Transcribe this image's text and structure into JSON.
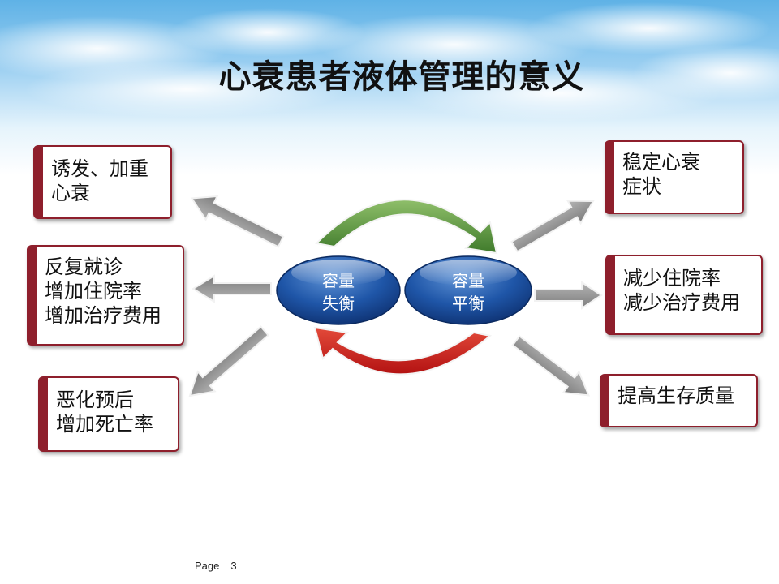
{
  "slide": {
    "title": "心衰患者液体管理的意义",
    "page_label": "Page",
    "page_number": "3"
  },
  "center": {
    "left_oval": {
      "line1": "容量",
      "line2": "失衡"
    },
    "right_oval": {
      "line1": "容量",
      "line2": "平衡"
    }
  },
  "left_boxes": [
    {
      "lines": [
        "诱发、加重",
        "心衰"
      ]
    },
    {
      "lines": [
        "反复就诊",
        "增加住院率",
        "增加治疗费用"
      ]
    },
    {
      "lines": [
        "恶化预后",
        "增加死亡率"
      ]
    }
  ],
  "right_boxes": [
    {
      "lines": [
        "稳定心衰",
        "症状"
      ]
    },
    {
      "lines": [
        "减少住院率",
        "减少治疗费用"
      ]
    },
    {
      "lines": [
        "提高生存质量"
      ]
    }
  ],
  "colors": {
    "box_border": "#8e1f2c",
    "oval_blue": "#1f56a8",
    "arrow_green": "#4f8a3a",
    "arrow_red": "#c81c1c",
    "arrow_gray": "#8a8a8a"
  }
}
